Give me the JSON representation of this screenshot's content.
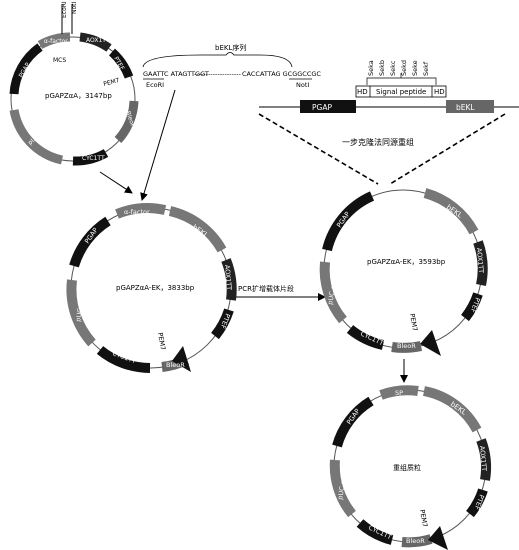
{
  "plasmid1": {
    "name": "pGAPZαA，3147bp",
    "segments": [
      "α-factor",
      "AOX1TT",
      "PTEF",
      "PEM7",
      "BleoR",
      "CYC1TT",
      "pUC ori",
      "PGAP"
    ],
    "sites": [
      "EcoRI",
      "NotI"
    ],
    "mcs": "MCS"
  },
  "insert": {
    "title": "bEKL序列",
    "seq_left": "GAATTC ATAGTTGGT",
    "seq_dashes": "--------------------",
    "seq_right": "CACCATTAG GCGGCCGC",
    "site_left": "EcoRI",
    "site_right": "NotI"
  },
  "signal": {
    "peptides": [
      "Seka",
      "Sekb",
      "Sekc",
      "Sekd",
      "Seke",
      "Sekf"
    ],
    "hd_left": "HD",
    "label": "Signal peptide",
    "hd_right": "HD",
    "pgap": "PGAP",
    "bekl": "bEKL"
  },
  "recombination_text": "一步克隆法同源重组",
  "plasmid2": {
    "name": "pGAPZαA-EK，3833bp",
    "segments": [
      "α-factor",
      "bEKL",
      "AOX1TT",
      "PTEF",
      "PEM7",
      "BleoR",
      "CYC1TT",
      "pUC ori",
      "PGAP"
    ]
  },
  "pcr_label": "PCR扩增载体片段",
  "plasmid3": {
    "name": "pGAPZαA-EK，3593bp",
    "segments": [
      "bEKL",
      "AOX1TT",
      "PTEF",
      "PEM7",
      "BleoR",
      "CYC1TT",
      "pUC ori",
      "PGAP"
    ]
  },
  "plasmid4": {
    "name": "重组质粒",
    "segments": [
      "SP",
      "bEKL",
      "AOX1TT",
      "PTEF",
      "PEM7",
      "BleoR",
      "CYC1TT",
      "pUC ori",
      "PGAP"
    ]
  }
}
